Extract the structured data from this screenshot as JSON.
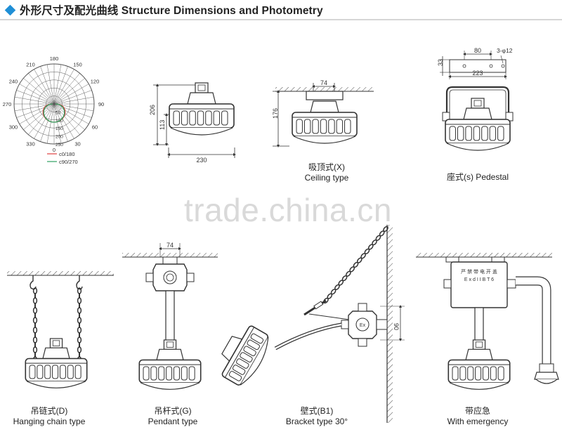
{
  "header": {
    "title": "外形尺寸及配光曲线 Structure Dimensions and Photometry",
    "accent": "#1f8fd6"
  },
  "watermark": "trade.china.cn",
  "polar": {
    "angle_labels": [
      "180",
      "150",
      "120",
      "90",
      "60",
      "30",
      "0",
      "330",
      "300",
      "270",
      "240",
      "210"
    ],
    "radial_labels": [
      "50",
      "100",
      "150",
      "200",
      "250"
    ],
    "legend": [
      {
        "label": "c0/180",
        "color": "#e04040"
      },
      {
        "label": "c90/270",
        "color": "#30a060"
      }
    ]
  },
  "dims": {
    "front_height": "206",
    "front_lower": "113",
    "front_width": "230",
    "ceiling_neck": "74",
    "ceiling_height": "176",
    "pedestal_spacing": "80",
    "pedestal_holes": "3-φ12",
    "pedestal_height": "33",
    "pedestal_width": "223",
    "pendant_box": "74",
    "bracket_box": "90"
  },
  "box_label": {
    "line1": "严 禁 带 电 开 盖",
    "line2": "E x d I I B T 6"
  },
  "ex_label": "Ex",
  "captions": {
    "ceiling": {
      "cn": "吸顶式(X)",
      "en": "Ceiling type"
    },
    "pedestal": {
      "cn": "座式(s) Pedestal"
    },
    "chain": {
      "cn": "吊链式(D)",
      "en": "Hanging chain type"
    },
    "pendant": {
      "cn": "吊杆式(G)",
      "en": "Pendant type"
    },
    "bracket": {
      "cn": "壁式(B1)",
      "en": "Bracket type 30°"
    },
    "emergency": {
      "cn": "带应急",
      "en": "With emergency"
    }
  }
}
